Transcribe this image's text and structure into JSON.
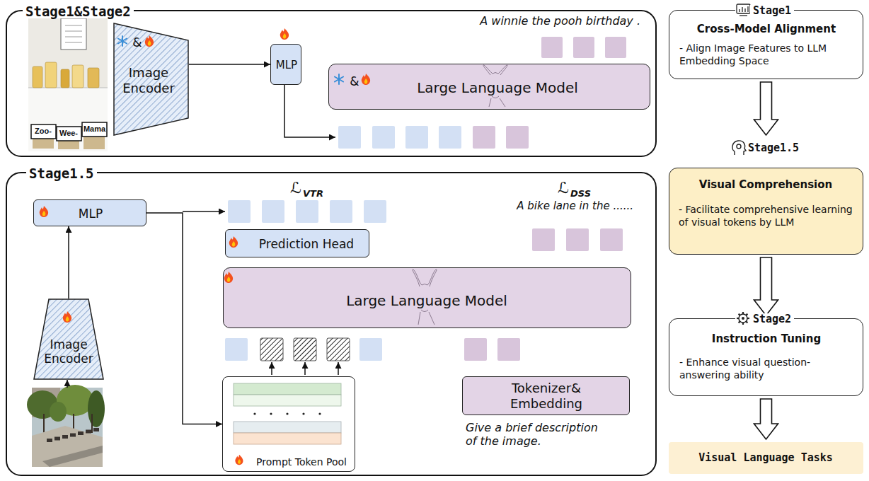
{
  "diagram": {
    "nodes": [
      {
        "text": [
          "Stage1&Stage2"
        ]
      },
      {
        "text": [
          "&",
          "Image Encoder"
        ],
        "in": 0
      },
      {
        "text": [
          "MLP"
        ],
        "in": 0
      },
      {
        "text": [
          "&",
          "Large Language Model"
        ],
        "in": 0
      },
      {
        "text": [
          "Stage1.5"
        ]
      },
      {
        "text": [
          "MLP"
        ],
        "in": 4
      },
      {
        "text": [
          "Image Encoder"
        ],
        "in": 4
      },
      {
        "text": [
          "Prediction Head"
        ],
        "in": 4
      },
      {
        "text": [
          "Large Language Model"
        ],
        "in": 4
      },
      {
        "text": [
          "Prompt Token Pool"
        ],
        "in": 4
      },
      {
        "text": [
          "Tokenizer& Embedding"
        ],
        "in": 4
      },
      {
        "text": [
          "Stage1",
          "Cross-Model Alignment",
          "- Align Image Features to LLM Embedding Space"
        ]
      },
      {
        "text": [
          "Stage1.5",
          "Visual Comprehension",
          "- Facilitate comprehensive learning of visual tokens by LLM"
        ]
      },
      {
        "text": [
          "Stage2",
          "Instruction Tuning",
          "- Enhance visual question-answering ability"
        ]
      },
      {
        "text": [
          "Visual Language Tasks"
        ]
      }
    ],
    "edges": [
      {
        "from": 1,
        "to": 2,
        "arrow": "to"
      },
      {
        "from": 6,
        "to": 5,
        "arrow": "to"
      },
      {
        "from": 5,
        "to": 9,
        "arrow": "to"
      },
      {
        "from": 11,
        "to": 12,
        "arrow": "to"
      },
      {
        "from": 12,
        "to": 13,
        "arrow": "to"
      },
      {
        "from": 13,
        "to": 14,
        "arrow": "to"
      }
    ],
    "labels": [
      "A winnie the pooh birthday .",
      "Zoo-",
      "Wee-",
      "Mama",
      "ℒ",
      "VTR",
      "ℒ",
      "DSS",
      "A bike lane in the ......",
      "Give a brief description of the image."
    ]
  }
}
